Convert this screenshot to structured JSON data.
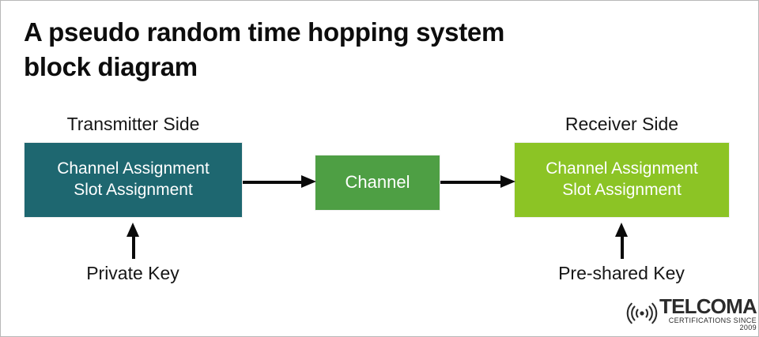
{
  "slide": {
    "title": "A pseudo random time hopping system\nblock diagram",
    "background_color": "#ffffff"
  },
  "diagram": {
    "type": "block-diagram",
    "captions": {
      "transmitter": "Transmitter Side",
      "receiver": "Receiver Side"
    },
    "blocks": [
      {
        "id": "transmitter",
        "lines": [
          "Channel Assignment",
          "Slot Assignment"
        ],
        "line1": "Channel Assignment",
        "line2": "Slot Assignment",
        "fill_color": "#1e6770",
        "text_color": "#ffffff"
      },
      {
        "id": "channel",
        "label": "Channel",
        "fill_color": "#4e9f44",
        "text_color": "#ffffff"
      },
      {
        "id": "receiver",
        "lines": [
          "Channel Assignment",
          "Slot Assignment"
        ],
        "line1": "Channel Assignment",
        "line2": "Slot Assignment",
        "fill_color": "#8cc425",
        "text_color": "#ffffff"
      }
    ],
    "arrows": [
      {
        "id": "transmitter-to-channel",
        "direction": "right",
        "color": "#0a0a0a"
      },
      {
        "id": "channel-to-receiver",
        "direction": "right",
        "color": "#0a0a0a"
      },
      {
        "id": "private-key-to-transmitter",
        "direction": "up",
        "color": "#0a0a0a"
      },
      {
        "id": "preshared-key-to-receiver",
        "direction": "up",
        "color": "#0a0a0a"
      }
    ],
    "key_labels": {
      "private": "Private Key",
      "preshared": "Pre-shared Key"
    }
  },
  "logo": {
    "icon": "wireless-signal-icon",
    "brand": "TELCOMA",
    "tagline": "CERTIFICATIONS SINCE 2009",
    "color": "#2b2b2b"
  }
}
